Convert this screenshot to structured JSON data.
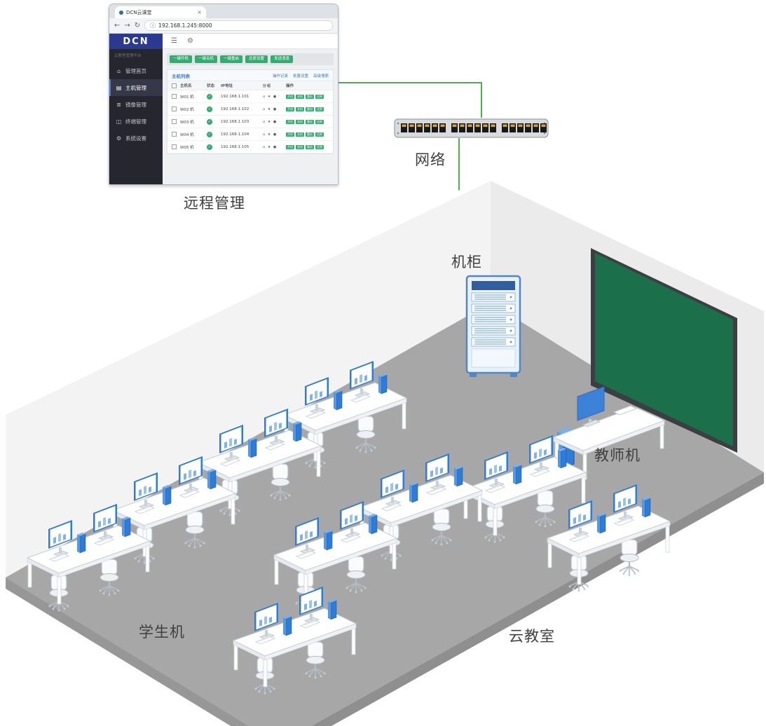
{
  "browser": {
    "tab_title": "DCN云课堂",
    "url": "192.168.1.245:8000",
    "app": {
      "logo": "DCN",
      "sidebar_note": "云教室管理平台",
      "sidebar": [
        {
          "label": "管理首页",
          "icon": "home",
          "glyph": "⌂"
        },
        {
          "label": "主机管理",
          "icon": "host",
          "glyph": "▤",
          "active": true
        },
        {
          "label": "镜像管理",
          "icon": "image",
          "glyph": "≣"
        },
        {
          "label": "终端管理",
          "icon": "terminal",
          "glyph": "◫"
        },
        {
          "label": "系统设置",
          "icon": "settings",
          "glyph": "⚙"
        }
      ],
      "toolbar_buttons": [
        "一键开机",
        "一键关机",
        "一键重启",
        "还原设置",
        "发送消息"
      ],
      "panel": {
        "title": "主机列表",
        "links": [
          "操作记录",
          "批量设置",
          "高级搜索"
        ],
        "columns": [
          "主机名",
          "状态",
          "IP地址",
          "分组",
          "操作"
        ],
        "rows": [
          {
            "name": "W01 机",
            "ip": "192.168.1.101"
          },
          {
            "name": "W02 机",
            "ip": "192.168.1.102"
          },
          {
            "name": "W03 机",
            "ip": "192.168.1.103"
          },
          {
            "name": "W04 机",
            "ip": "192.168.1.104"
          },
          {
            "name": "W05 机",
            "ip": "192.168.1.105"
          }
        ],
        "row_actions": [
          "开机",
          "关机",
          "重启",
          "还原"
        ]
      }
    }
  },
  "labels": {
    "remote_management": "远程管理",
    "network": "网络",
    "cabinet": "机柜",
    "teacher_station": "教师机",
    "student_station": "学生机",
    "classroom": "云教室"
  },
  "icons": {
    "back": "←",
    "forward": "→",
    "refresh": "↻",
    "info": "ⓘ",
    "close": "×",
    "menu": "☰",
    "settings": "⚙",
    "check": "✓",
    "home_small": "⌂",
    "star": "★",
    "dot": "●"
  },
  "colors": {
    "connection_green": "#4caf50",
    "device_blue": "#2e7cd6",
    "logo_blue": "#2b3990",
    "board_green": "#1b6f4a",
    "button_green": "#2fae6e"
  }
}
